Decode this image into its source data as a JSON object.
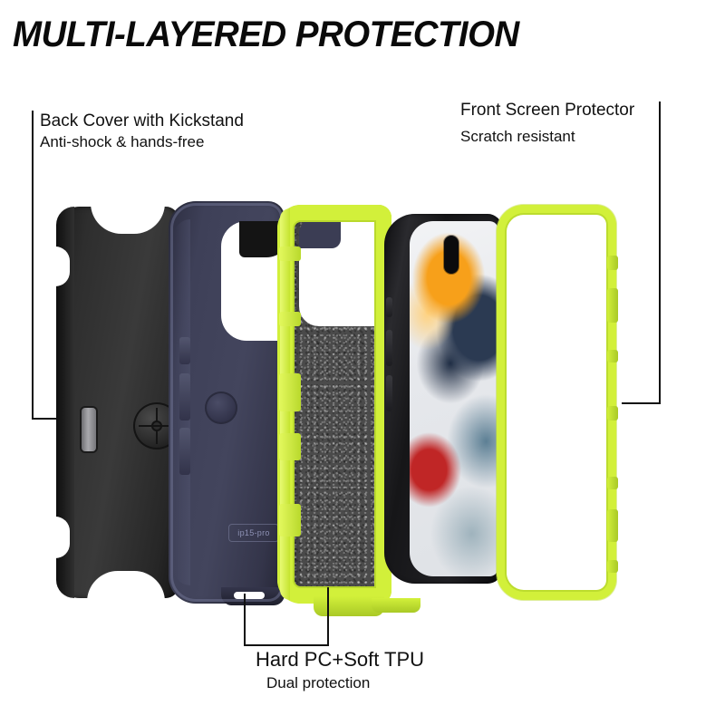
{
  "page": {
    "title": "MULTI-LAYERED PROTECTION",
    "background_color": "#ffffff",
    "text_color": "#111111"
  },
  "callouts": [
    {
      "id": "back-cover",
      "heading": "Back Cover with Kickstand",
      "sub": "Anti-shock & hands-free",
      "position": "top-left",
      "points_to": "black-holster-layer"
    },
    {
      "id": "front-protector",
      "heading": "Front Screen Protector",
      "sub": "Scratch resistant",
      "position": "top-right",
      "points_to": "front-screen-protector-layer"
    },
    {
      "id": "hard-pc-soft-tpu",
      "heading": "Hard PC+Soft TPU",
      "sub": "Dual protection",
      "position": "bottom-center",
      "points_to": "navy-shell-and-lime-tpu-layers"
    }
  ],
  "product": {
    "model_marking": "ip15-pro",
    "layers": [
      {
        "name": "Back Cover with Kickstand",
        "material": "Black holster",
        "color": "#2e2e2e"
      },
      {
        "name": "Hard PC Shell",
        "material": "Navy polycarbonate",
        "color": "#43455d"
      },
      {
        "name": "Soft TPU Liner",
        "material": "Lime TPU with grey textured interior",
        "color": "#d2f03a"
      },
      {
        "name": "Phone",
        "material": "iPhone with Dynamic Island",
        "color": "#1a1a1c"
      },
      {
        "name": "Front Screen Protector",
        "material": "Scratch resistant frame",
        "color": "#d2f03a"
      }
    ]
  },
  "colors": {
    "lime": "#d2f03a",
    "lime_dark": "#a9c926",
    "navy": "#43455d",
    "black": "#2e2e2e",
    "grey_texture": "#4b4b4b",
    "line": "#111111"
  }
}
